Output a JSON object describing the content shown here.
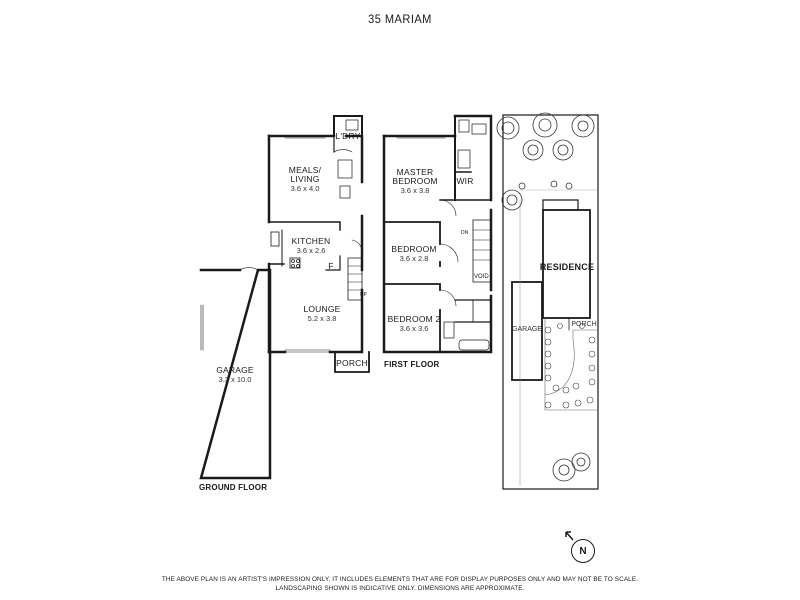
{
  "title": "35 MARIAM",
  "rooms": {
    "meals": {
      "name": "MEALS/\nLIVING",
      "dims": "3.6 x 4.0"
    },
    "ldry": {
      "name": "L'DRY"
    },
    "kitchen": {
      "name": "KITCHEN",
      "dims": "3.6 x 2.6"
    },
    "fridge": {
      "name": "F"
    },
    "up": {
      "name": "UP"
    },
    "lounge": {
      "name": "LOUNGE",
      "dims": "5.2 x 3.8"
    },
    "porch_ground": {
      "name": "PORCH"
    },
    "garage": {
      "name": "GARAGE",
      "dims": "3.3 x 10.0"
    },
    "master": {
      "name": "MASTER\nBEDROOM",
      "dims": "3.6 x 3.8"
    },
    "wir": {
      "name": "WIR"
    },
    "dn": {
      "name": "DN"
    },
    "bedroom": {
      "name": "BEDROOM",
      "dims": "3.6 x 2.8"
    },
    "void": {
      "name": "VOID"
    },
    "bedroom2": {
      "name": "BEDROOM 2",
      "dims": "3.6 x 3.6"
    }
  },
  "site": {
    "residence": "RESIDENCE",
    "garage": "GARAGE",
    "porch": "PORCH"
  },
  "floors": {
    "ground": "GROUND FLOOR",
    "first": "FIRST FLOOR"
  },
  "compass": "N",
  "disclaimer": {
    "line1": "THE ABOVE PLAN IS AN ARTIST'S IMPRESSION ONLY. IT INCLUDES ELEMENTS THAT ARE FOR DISPLAY PURPOSES ONLY AND MAY NOT BE TO SCALE.",
    "line2": "LANDSCAPING SHOWN IS INDICATIVE ONLY. DIMENSIONS ARE APPROXIMATE."
  }
}
